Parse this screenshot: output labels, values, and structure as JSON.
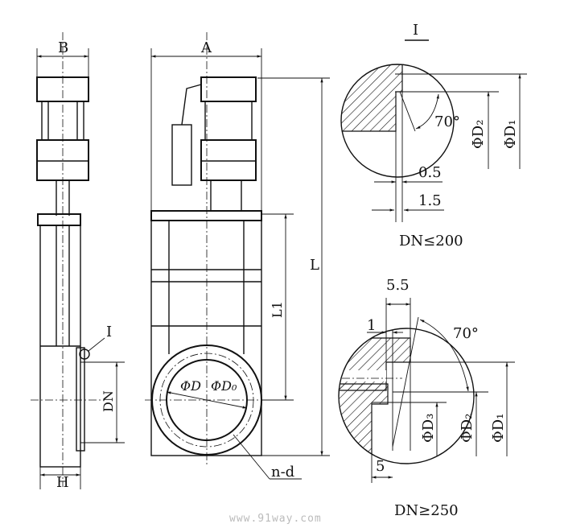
{
  "side_view": {
    "width_label": "B",
    "height_label": "H",
    "dn_label": "DN",
    "detail_marker": "I"
  },
  "front_view": {
    "width_label": "A",
    "length_label": "L",
    "length1_label": "L1",
    "bore_label": "ΦD",
    "bolt_circle_label": "ΦD₀",
    "holes_label": "n-d"
  },
  "detail_small": {
    "title": "I",
    "angle": "70°",
    "d2": "ΦD₂",
    "d1": "ΦD₁",
    "dim_a": "0.5",
    "dim_b": "1.5",
    "caption": "DN≤200"
  },
  "detail_large": {
    "dim_top": "5.5",
    "dim_small": "1",
    "angle": "70°",
    "d3": "ΦD₃",
    "d2": "ΦD₂",
    "d1": "ΦD₁",
    "dim_bottom": "5",
    "caption": "DN≥250"
  },
  "watermark": "www.91way.com"
}
